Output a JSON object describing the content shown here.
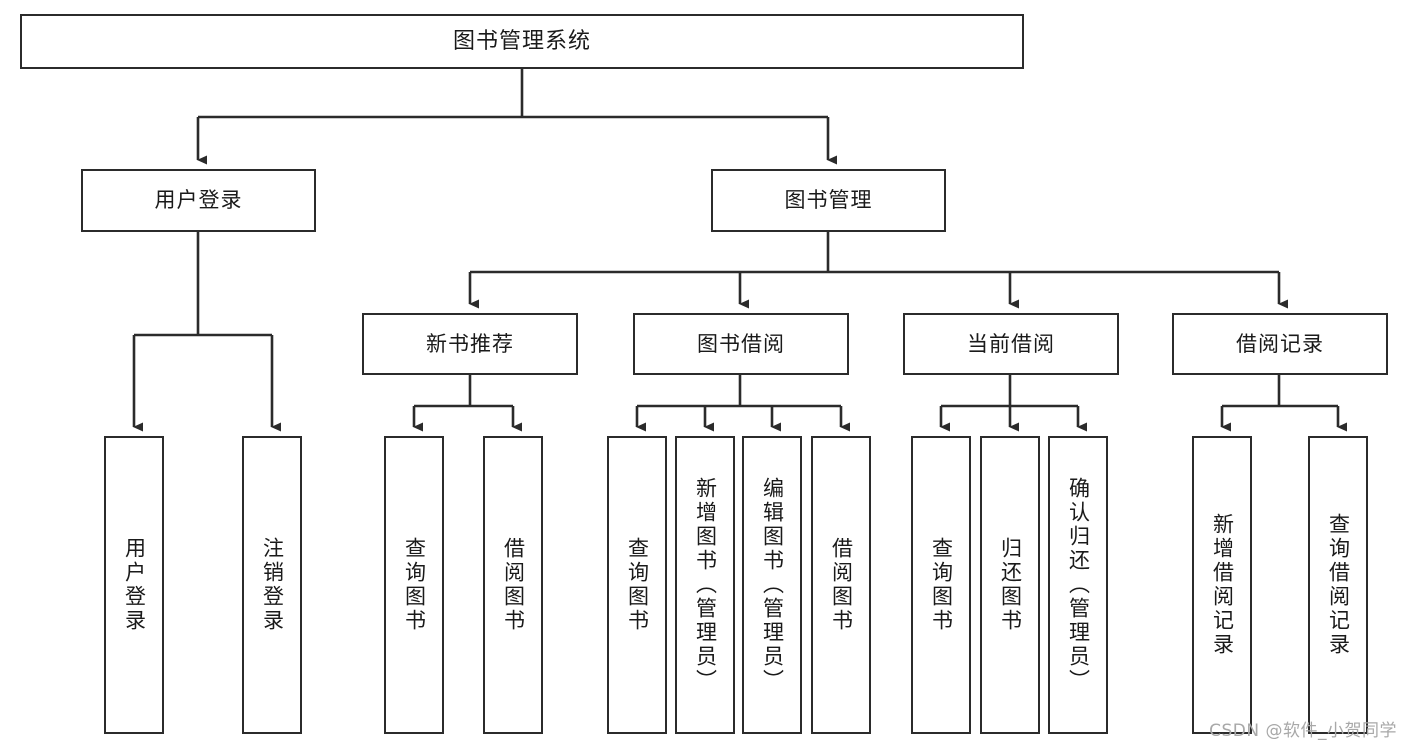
{
  "diagram": {
    "title": "图书管理系统",
    "type": "功能结构图",
    "watermark": "CSDN @软件_小贺同学",
    "line_color": "#2b2b2b",
    "box_fill": "#ffffff",
    "text_color": "#1a1a1a",
    "watermark_color": "#a8a8a8"
  },
  "nodes": {
    "root": {
      "label": "图书管理系统"
    },
    "level1": [
      {
        "id": "user-login",
        "label": "用户登录"
      },
      {
        "id": "book-manage",
        "label": "图书管理"
      }
    ],
    "level2": [
      {
        "id": "new-book-recommend",
        "label": "新书推荐"
      },
      {
        "id": "book-borrow",
        "label": "图书借阅"
      },
      {
        "id": "current-borrow",
        "label": "当前借阅"
      },
      {
        "id": "borrow-record",
        "label": "借阅记录"
      }
    ],
    "leaves": [
      {
        "id": "leaf-user-login",
        "label": "用户登录",
        "parent": "user-login"
      },
      {
        "id": "leaf-logout",
        "label": "注销登录",
        "parent": "user-login"
      },
      {
        "id": "leaf-query-book-1",
        "label": "查询图书",
        "parent": "new-book-recommend"
      },
      {
        "id": "leaf-borrow-book-1",
        "label": "借阅图书",
        "parent": "new-book-recommend"
      },
      {
        "id": "leaf-query-book-2",
        "label": "查询图书",
        "parent": "book-borrow"
      },
      {
        "id": "leaf-add-book",
        "label": "新增图书（管理员）",
        "parent": "book-borrow"
      },
      {
        "id": "leaf-edit-book",
        "label": "编辑图书（管理员）",
        "parent": "book-borrow"
      },
      {
        "id": "leaf-borrow-book-2",
        "label": "借阅图书",
        "parent": "book-borrow"
      },
      {
        "id": "leaf-query-book-3",
        "label": "查询图书",
        "parent": "current-borrow"
      },
      {
        "id": "leaf-return-book",
        "label": "归还图书",
        "parent": "current-borrow"
      },
      {
        "id": "leaf-confirm-return",
        "label": "确认归还（管理员）",
        "parent": "current-borrow"
      },
      {
        "id": "leaf-add-record",
        "label": "新增借阅记录",
        "parent": "borrow-record"
      },
      {
        "id": "leaf-query-record",
        "label": "查询借阅记录",
        "parent": "borrow-record"
      }
    ]
  }
}
